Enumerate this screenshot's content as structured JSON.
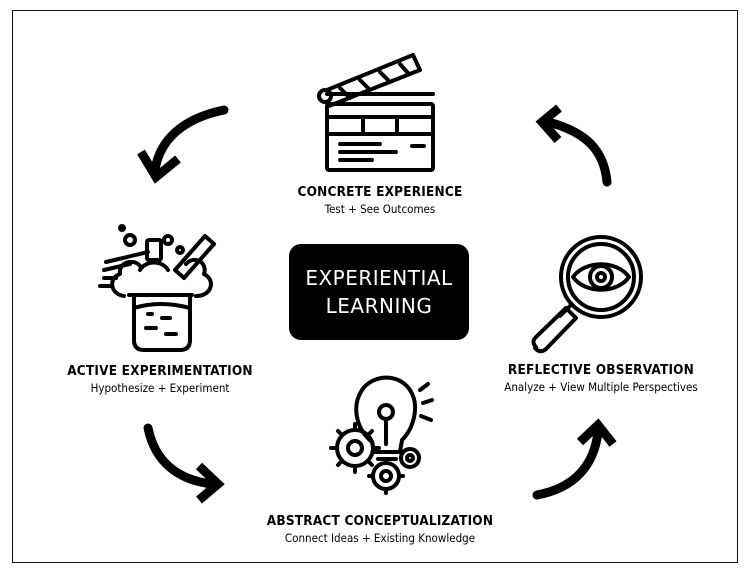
{
  "center": {
    "line1": "EXPERIENTIAL",
    "line2": "LEARNING"
  },
  "stages": {
    "concrete": {
      "title": "CONCRETE EXPERIENCE",
      "subtitle": "Test + See Outcomes",
      "icon": "clapperboard-icon"
    },
    "reflective": {
      "title": "REFLECTIVE OBSERVATION",
      "subtitle": "Analyze + View Multiple Perspectives",
      "icon": "magnifier-eye-icon"
    },
    "abstract": {
      "title": "ABSTRACT CONCEPTUALIZATION",
      "subtitle": "Connect Ideas + Existing Knowledge",
      "icon": "lightbulb-gears-icon"
    },
    "active": {
      "title": "ACTIVE EXPERIMENTATION",
      "subtitle": "Hypothesize + Experiment",
      "icon": "beaker-icon"
    }
  },
  "colors": {
    "ink": "#000000",
    "background": "#ffffff",
    "center_text": "#ffffff"
  }
}
